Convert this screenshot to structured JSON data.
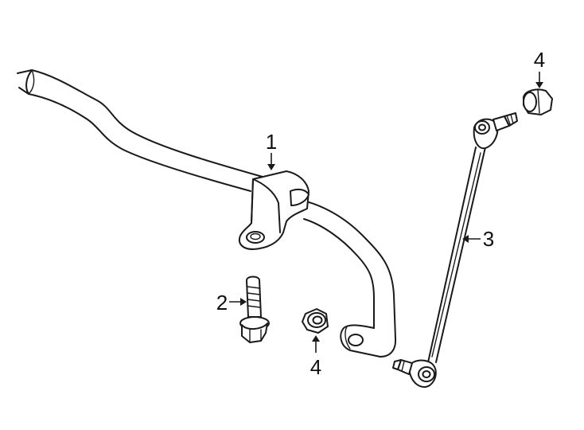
{
  "diagram": {
    "callouts": [
      {
        "id": "c1",
        "text": "1"
      },
      {
        "id": "c2",
        "text": "2"
      },
      {
        "id": "c3",
        "text": "3"
      },
      {
        "id": "c4a",
        "text": "4"
      },
      {
        "id": "c4b",
        "text": "4"
      }
    ],
    "colors": {
      "line": "#1a1a1a",
      "background": "#ffffff"
    }
  }
}
